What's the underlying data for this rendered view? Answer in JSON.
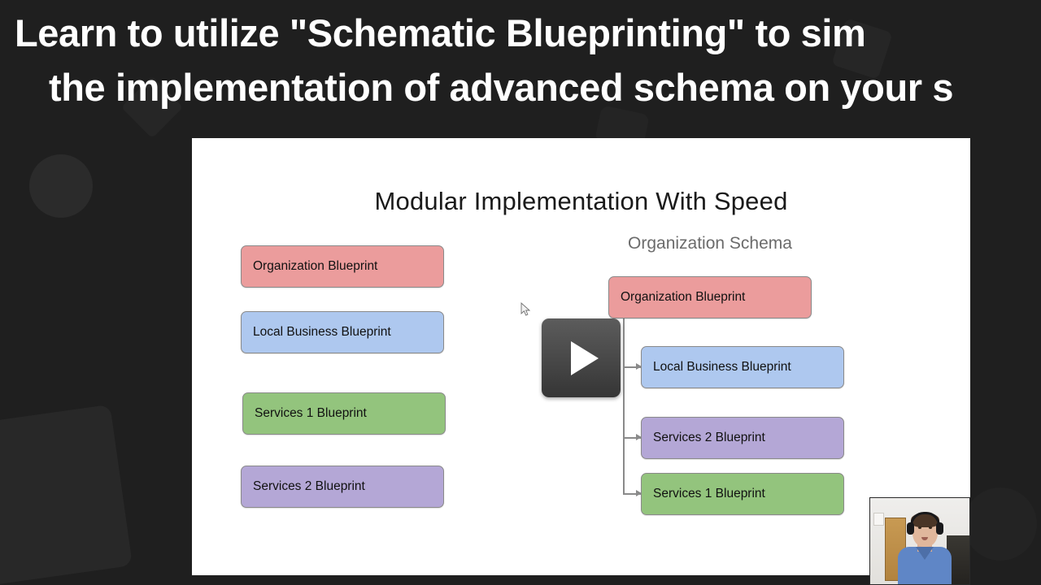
{
  "headline": {
    "line1": "Learn to utilize \"Schematic Blueprinting\"  to sim",
    "line2": "the implementation of  advanced schema on your s"
  },
  "slide": {
    "title": "Modular Implementation With Speed",
    "right_heading": "Organization Schema",
    "left_column": [
      {
        "label": "Organization Blueprint",
        "color": "#eb9c9c"
      },
      {
        "label": "Local Business Blueprint",
        "color": "#aec8ef"
      },
      {
        "label": "Services 1 Blueprint",
        "color": "#93c47d"
      },
      {
        "label": "Services 2 Blueprint",
        "color": "#b4a7d6"
      }
    ],
    "tree": {
      "root": {
        "label": "Organization Blueprint",
        "color": "#eb9c9c"
      },
      "children": [
        {
          "label": "Local Business Blueprint",
          "color": "#aec8ef"
        },
        {
          "label": "Services 2 Blueprint",
          "color": "#b4a7d6"
        },
        {
          "label": "Services 1 Blueprint",
          "color": "#93c47d"
        }
      ]
    }
  },
  "video": {
    "play_icon": "play-icon",
    "cursor_icon": "pointer-cursor-icon"
  },
  "webcam": {
    "label": "presenter-webcam"
  },
  "colors": {
    "background": "#1f1f1f",
    "slide_background": "#ffffff",
    "headline_text": "#ffffff",
    "title_text": "#1a1a1a",
    "subheading_text": "#6b6b6b",
    "connector": "#8a8a8a",
    "node_border": "#8a8a8a"
  }
}
